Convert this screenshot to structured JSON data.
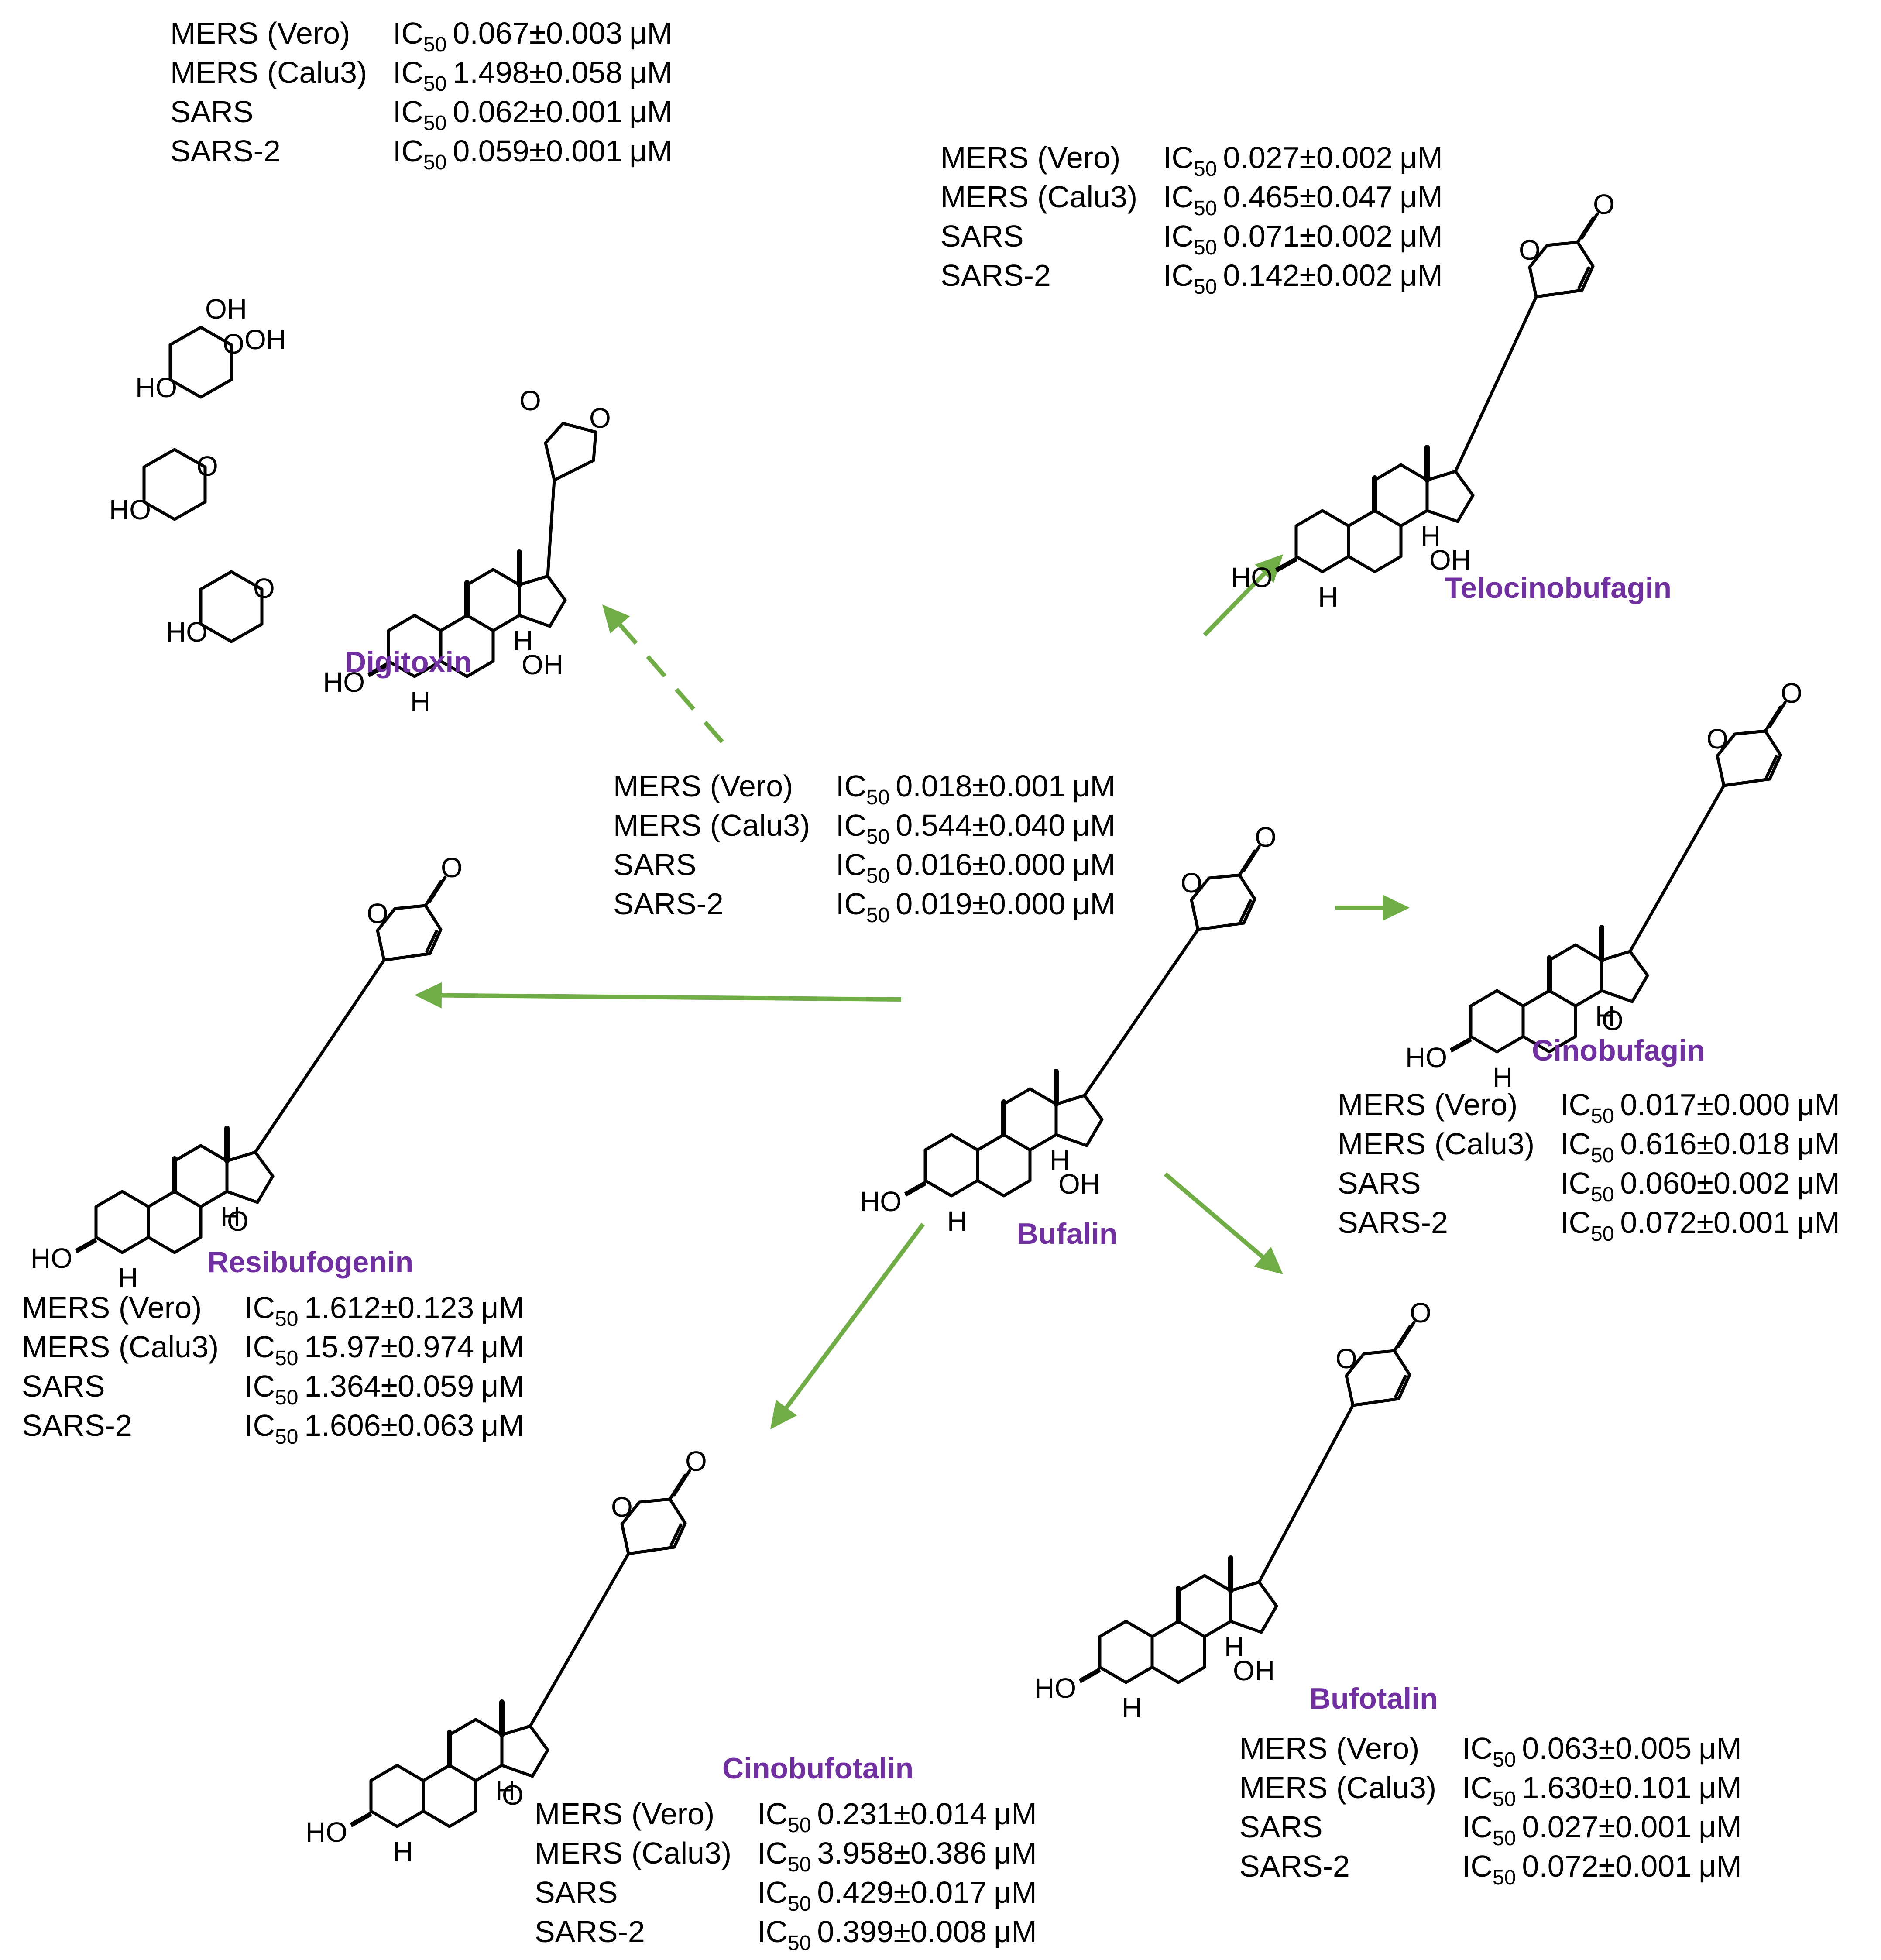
{
  "colors": {
    "label": "#7030a0",
    "arrow": "#70ad47",
    "bond": "#000000"
  },
  "units": {
    "ic_prefix": "IC",
    "ic_sub": "50",
    "unit": "μM"
  },
  "atoms": {
    "O": "O",
    "OH": "OH",
    "HO": "HO",
    "H": "H"
  },
  "compounds": [
    {
      "id": "bufalin",
      "name": "Bufalin",
      "ic50": [
        {
          "cell": "MERS (Vero)",
          "value": "0.018±0.001"
        },
        {
          "cell": "MERS (Calu3)",
          "value": "0.544±0.040"
        },
        {
          "cell": "SARS",
          "value": "0.016±0.000"
        },
        {
          "cell": "SARS-2",
          "value": "0.019±0.000"
        }
      ]
    },
    {
      "id": "digitoxin",
      "name": "Digitoxin",
      "ic50": [
        {
          "cell": "MERS (Vero)",
          "value": "0.067±0.003"
        },
        {
          "cell": "MERS (Calu3)",
          "value": "1.498±0.058"
        },
        {
          "cell": "SARS",
          "value": "0.062±0.001"
        },
        {
          "cell": "SARS-2",
          "value": "0.059±0.001"
        }
      ]
    },
    {
      "id": "telocinobufagin",
      "name": "Telocinobufagin",
      "ic50": [
        {
          "cell": "MERS (Vero)",
          "value": "0.027±0.002"
        },
        {
          "cell": "MERS (Calu3)",
          "value": "0.465±0.047"
        },
        {
          "cell": "SARS",
          "value": "0.071±0.002"
        },
        {
          "cell": "SARS-2",
          "value": "0.142±0.002"
        }
      ]
    },
    {
      "id": "cinobufagin",
      "name": "Cinobufagin",
      "ic50": [
        {
          "cell": "MERS (Vero)",
          "value": "0.017±0.000"
        },
        {
          "cell": "MERS (Calu3)",
          "value": "0.616±0.018"
        },
        {
          "cell": "SARS",
          "value": "0.060±0.002"
        },
        {
          "cell": "SARS-2",
          "value": "0.072±0.001"
        }
      ]
    },
    {
      "id": "resibufogenin",
      "name": "Resibufogenin",
      "ic50": [
        {
          "cell": "MERS (Vero)",
          "value": "1.612±0.123"
        },
        {
          "cell": "MERS (Calu3)",
          "value": "15.97±0.974"
        },
        {
          "cell": "SARS",
          "value": "1.364±0.059"
        },
        {
          "cell": "SARS-2",
          "value": "1.606±0.063"
        }
      ]
    },
    {
      "id": "cinobufotalin",
      "name": "Cinobufotalin",
      "ic50": [
        {
          "cell": "MERS (Vero)",
          "value": "0.231±0.014"
        },
        {
          "cell": "MERS (Calu3)",
          "value": "3.958±0.386"
        },
        {
          "cell": "SARS",
          "value": "0.429±0.017"
        },
        {
          "cell": "SARS-2",
          "value": "0.399±0.008"
        }
      ]
    },
    {
      "id": "bufotalin",
      "name": "Bufotalin",
      "ic50": [
        {
          "cell": "MERS (Vero)",
          "value": "0.063±0.005"
        },
        {
          "cell": "MERS (Calu3)",
          "value": "1.630±0.101"
        },
        {
          "cell": "SARS",
          "value": "0.027±0.001"
        },
        {
          "cell": "SARS-2",
          "value": "0.072±0.001"
        }
      ]
    }
  ],
  "arrows": [
    {
      "from": "bufalin",
      "to": "digitoxin",
      "style": "dashed"
    },
    {
      "from": "bufalin",
      "to": "telocinobufagin",
      "style": "solid"
    },
    {
      "from": "bufalin",
      "to": "cinobufagin",
      "style": "solid"
    },
    {
      "from": "bufalin",
      "to": "resibufogenin",
      "style": "solid"
    },
    {
      "from": "bufalin",
      "to": "cinobufotalin",
      "style": "solid"
    },
    {
      "from": "bufalin",
      "to": "bufotalin",
      "style": "solid"
    }
  ]
}
